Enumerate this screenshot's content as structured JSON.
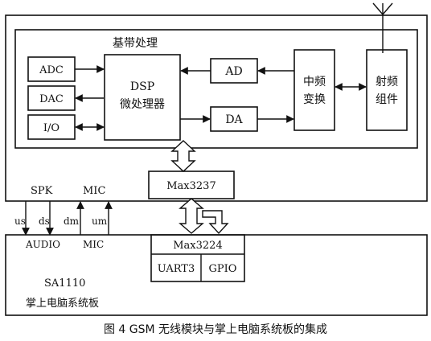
{
  "gsm_module": {
    "baseband_title": "基带处理",
    "adc": "ADC",
    "dac": "DAC",
    "io": "I/O",
    "dsp_line1": "DSP",
    "dsp_line2": "微处理器",
    "ad": "AD",
    "da": "DA",
    "if_line1": "中频",
    "if_line2": "变换",
    "rf_line1": "射频",
    "rf_line2": "组件",
    "max3237": "Max3237",
    "spk": "SPK",
    "mic": "MIC"
  },
  "signals": {
    "us": "us",
    "ds": "ds",
    "dm": "dm",
    "um": "um"
  },
  "pda_board": {
    "audio": "AUDIO",
    "mic": "MIC",
    "max3224": "Max3224",
    "uart3": "UART3",
    "gpio": "GPIO",
    "cpu": "SA1110",
    "board_name": "掌上电脑系统板"
  },
  "caption": "图 4  GSM 无线模块与掌上电脑系统板的集成"
}
